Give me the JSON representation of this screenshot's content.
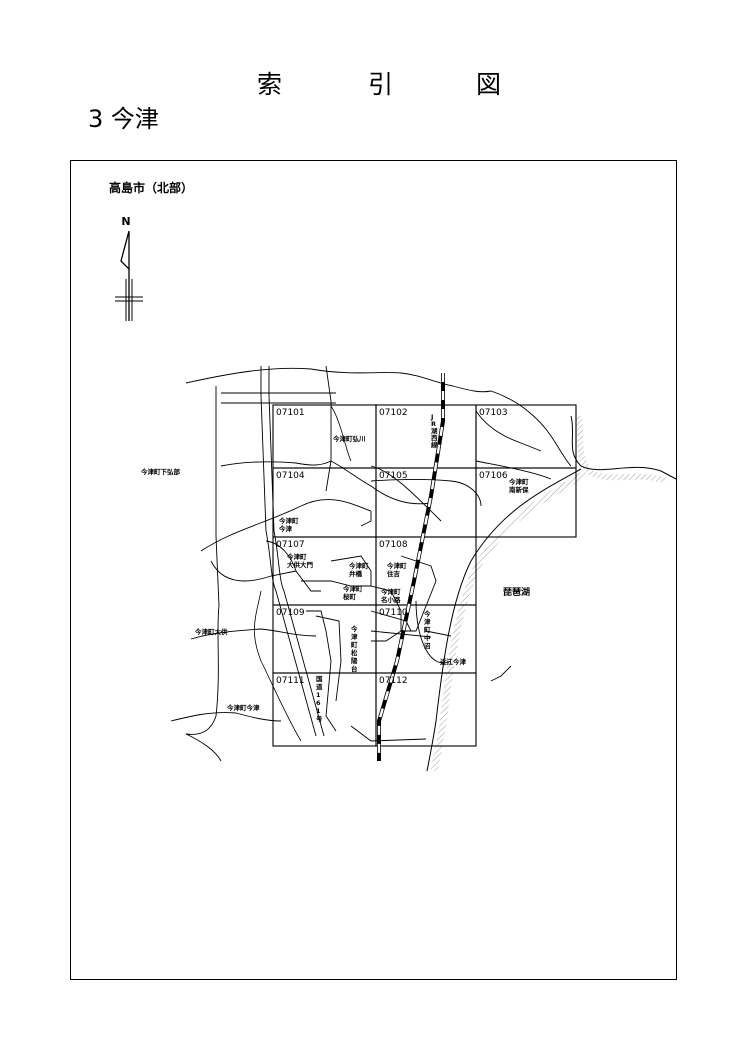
{
  "title": {
    "chars": [
      "索",
      "引",
      "図"
    ]
  },
  "subtitle": "3 今津",
  "area_label": "高島市（北部）",
  "compass": {
    "north_label": "N"
  },
  "sheets": [
    "07101",
    "07102",
    "07103",
    "07104",
    "07105",
    "07106",
    "07107",
    "07108",
    "07109",
    "07110",
    "07111",
    "07112"
  ],
  "places": {
    "shimo_kobe": "今津町下弘部",
    "kogawa": "今津町弘川",
    "minami_shinbo": "今津町\n南新保",
    "imazu": "今津町\n今津",
    "ogu_omon": "今津町\n大供大門",
    "benten": "今津町\n弁橋",
    "sumiyoshi": "今津町\n住吉",
    "sakuramachi": "今津町\n桜町",
    "nakakoji": "今津町\n名小路",
    "biwako": "琵琶湖",
    "ogu": "今津町大供",
    "matsugasaki": "今津町松陽台",
    "nakanuma": "今津町中沼",
    "omi_imazu": "近江今津",
    "imazu_imazu": "今津町今津",
    "route": "国道161号",
    "jr_line": "JR湖西線"
  }
}
